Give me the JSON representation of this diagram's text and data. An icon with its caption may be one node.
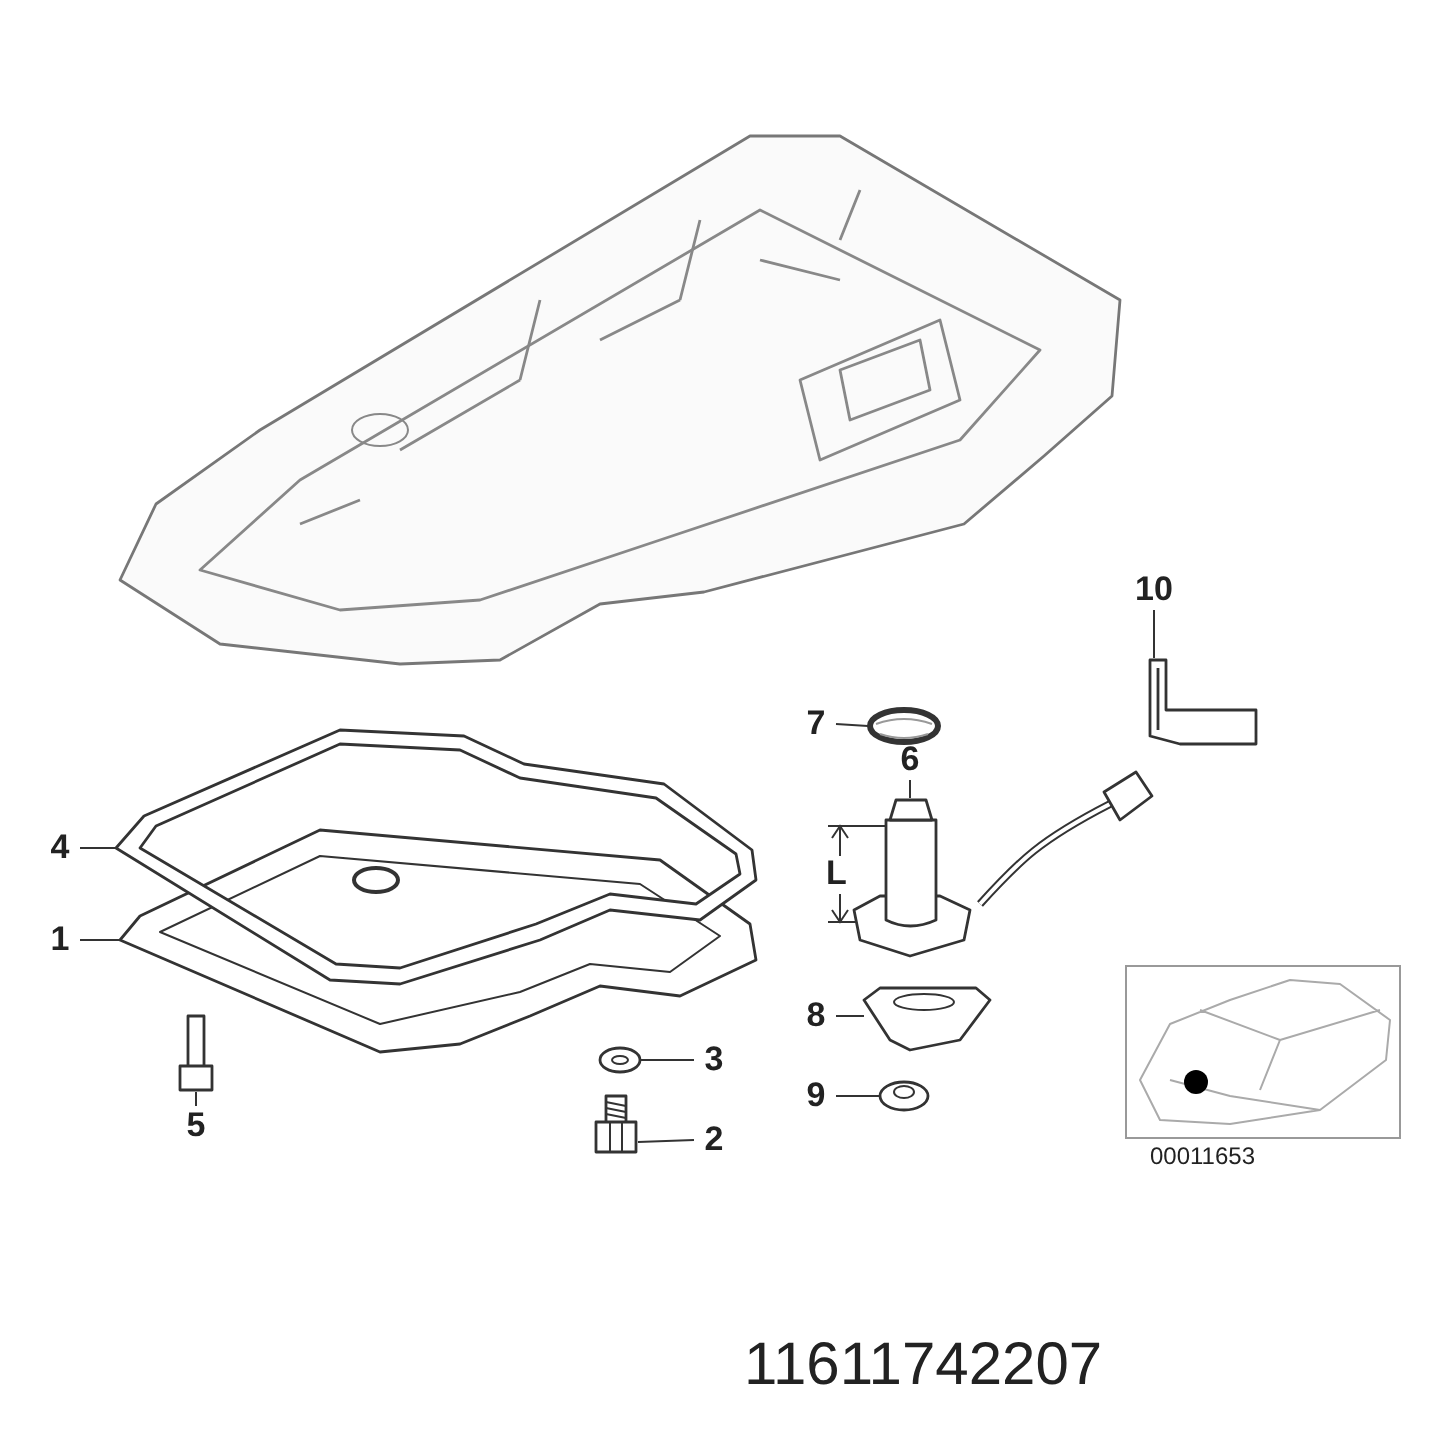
{
  "diagram": {
    "nodes": [
      {
        "text": [
          "10"
        ]
      },
      {
        "text": [
          "7"
        ]
      },
      {
        "text": [
          "6"
        ]
      },
      {
        "text": [
          "4"
        ]
      },
      {
        "text": [
          "1"
        ]
      },
      {
        "text": [
          "8"
        ]
      },
      {
        "text": [
          "3"
        ]
      },
      {
        "text": [
          "9"
        ]
      },
      {
        "text": [
          "5"
        ]
      },
      {
        "text": [
          "2"
        ]
      },
      {
        "text": [],
        "shape": "picture"
      },
      {
        "text": [],
        "shape": "picture"
      },
      {
        "text": [],
        "shape": "picture"
      },
      {
        "text": [],
        "shape": "picture"
      },
      {
        "text": [],
        "shape": "picture"
      },
      {
        "text": [],
        "shape": "picture"
      },
      {
        "text": [],
        "shape": "picture"
      },
      {
        "text": [],
        "shape": "picture"
      },
      {
        "text": [],
        "shape": "picture"
      },
      {
        "text": [],
        "shape": "picture"
      }
    ],
    "edges": [
      {
        "from": 0,
        "to": 10,
        "arrow": "none"
      },
      {
        "from": 1,
        "to": 11,
        "arrow": "none"
      },
      {
        "from": 2,
        "to": 12,
        "arrow": "none"
      },
      {
        "from": 3,
        "to": 13,
        "arrow": "none"
      },
      {
        "from": 4,
        "to": 14,
        "arrow": "none"
      },
      {
        "from": 5,
        "to": 15,
        "arrow": "none"
      },
      {
        "from": 6,
        "to": 16,
        "arrow": "none"
      },
      {
        "from": 7,
        "to": 17,
        "arrow": "none"
      },
      {
        "from": 8,
        "to": 18,
        "arrow": "none"
      },
      {
        "from": 9,
        "to": 19,
        "arrow": "none"
      }
    ],
    "labels": [
      "L",
      "00011653",
      "11611742207"
    ]
  }
}
